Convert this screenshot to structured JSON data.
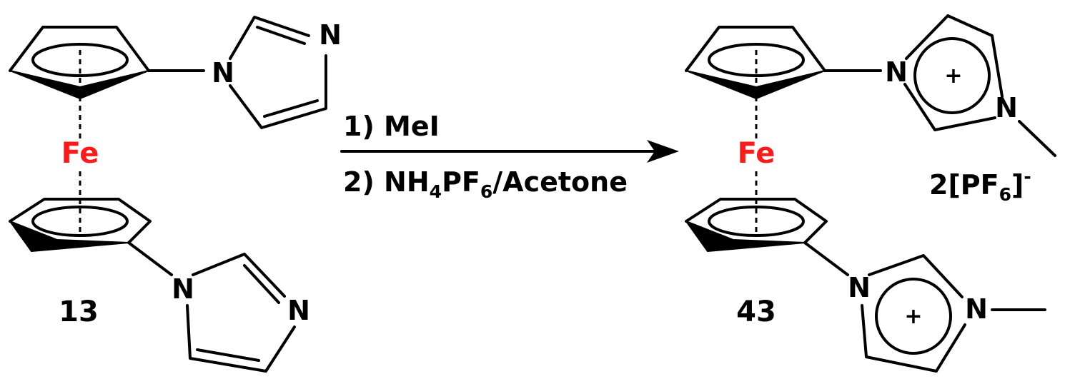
{
  "reactant": {
    "metal": "Fe",
    "label": "13",
    "atoms": {
      "n1": "N",
      "n3": "N",
      "n1b": "N",
      "n3b": "N"
    }
  },
  "conditions": {
    "step1": "1) MeI",
    "step2_prefix": "2) NH",
    "step2_sub1": "4",
    "step2_mid": "PF",
    "step2_sub2": "6",
    "step2_suffix": "/Acetone"
  },
  "product": {
    "metal": "Fe",
    "label": "43",
    "atoms": {
      "n1": "N",
      "n3": "N",
      "n1b": "N",
      "n3b": "N"
    },
    "charge_top": "+",
    "charge_bottom": "+",
    "counterion_prefix": "2[PF",
    "counterion_sub": "6",
    "counterion_close": "]",
    "counterion_sup": "-"
  },
  "colors": {
    "iron": "#ff1a1a",
    "ink": "#000000"
  }
}
